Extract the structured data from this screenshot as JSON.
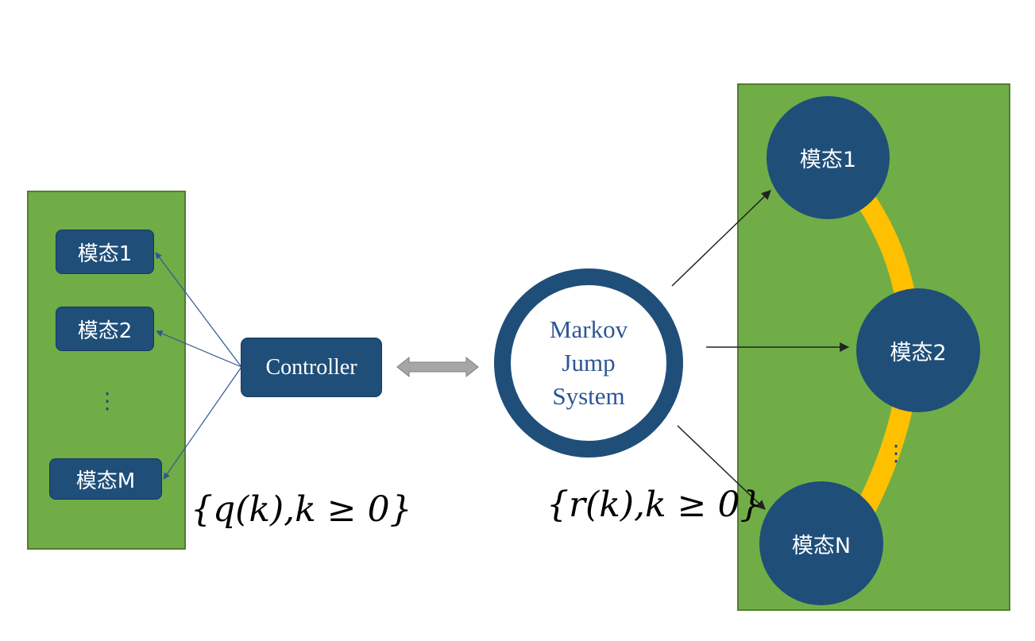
{
  "left_modes": {
    "mode_1": "模态1",
    "mode_2": "模态2",
    "ellipsis": "⋮",
    "mode_m": "模态M"
  },
  "controller": {
    "label": "Controller"
  },
  "markov_jump_system": {
    "lines": [
      "Markov",
      "Jump",
      "System"
    ]
  },
  "right_modes": {
    "mode_1": "模态1",
    "mode_2": "模态2",
    "ellipsis": "⋮",
    "mode_n": "模态N"
  },
  "math": {
    "q_process": "{q(k),k ≥ 0}",
    "r_process": "{r(k),k ≥ 0}"
  },
  "colors": {
    "panel_green": "#70ad47",
    "node_blue": "#1f4e79",
    "text_blue": "#2e5597",
    "path_yellow": "#ffc000",
    "arrow_gray": "#a6a6a6"
  }
}
